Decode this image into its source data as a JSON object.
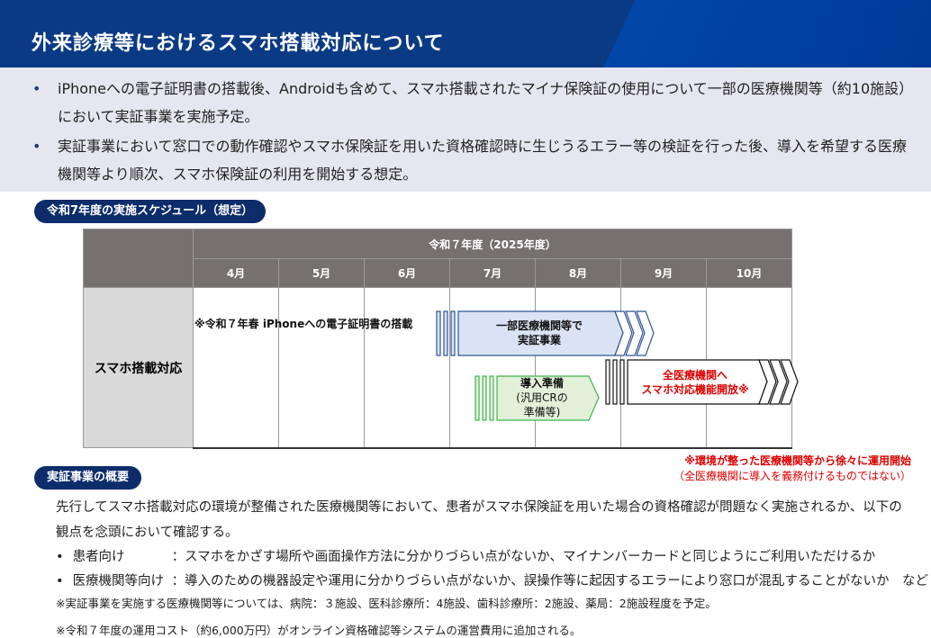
{
  "header": {
    "title": "外来診療等におけるスマホ搭載対応について"
  },
  "intro": {
    "bullets": [
      "iPhoneへの電子証明書の搭載後、Androidも含めて、スマホ搭載されたマイナ保険証の使用について一部の医療機関等（約10施設）において実証事業を実施予定。",
      "実証事業において窓口での動作確認やスマホ保険証を用いた資格確認時に生じうるエラー等の検証を行った後、導入を希望する医療機関等より順次、スマホ保険証の利用を開始する想定。"
    ]
  },
  "schedule": {
    "section_label": "令和7年度の実施スケジュール（想定）",
    "year_header": "令和７年度（2025年度）",
    "months": [
      "4月",
      "5月",
      "6月",
      "7月",
      "8月",
      "9月",
      "10月"
    ],
    "row_label": "スマホ搭載対応",
    "iphone_note": "※令和７年春 iPhoneへの電子証明書の搭載",
    "pilot": [
      "一部医療機関等で",
      "実証事業"
    ],
    "prep": [
      "導入準備",
      "(汎用CRの",
      "準備等)"
    ],
    "open": [
      "全医療機関へ",
      "スマホ対応機能開放※"
    ],
    "note1": "※環境が整った医療機関等から徐々に運用開始",
    "note2": "（全医療機関に導入を義務付けるものではない）"
  },
  "overview": {
    "section_label": "実証事業の概要",
    "lead1": "先行してスマホ搭載対応の環境が整備された医療機関等において、患者がスマホ保険証を用いた場合の資格確認が問題なく実施されるか、以下の",
    "lead2": "観点を念頭において確認する。",
    "items": [
      {
        "label": "患者向け",
        "text": "：スマホをかざす場所や画面操作方法に分かりづらい点がないか、マイナンバーカードと同じようにご利用いただけるか"
      },
      {
        "label": "医療機関等向け",
        "text": "：導入のための機器設定や運用に分かりづらい点がないか、誤操作等に起因するエラーにより窓口が混乱することがないか　など"
      }
    ],
    "note1": "※実証事業を実施する医療機関等については、病院：３施設、医科診療所：4施設、歯科診療所：2施設、薬局：2施設程度を予定。",
    "note2": "※令和７年度の運用コスト（約6,000万円）がオンライン資格確認等システムの運営費用に追加される。"
  }
}
